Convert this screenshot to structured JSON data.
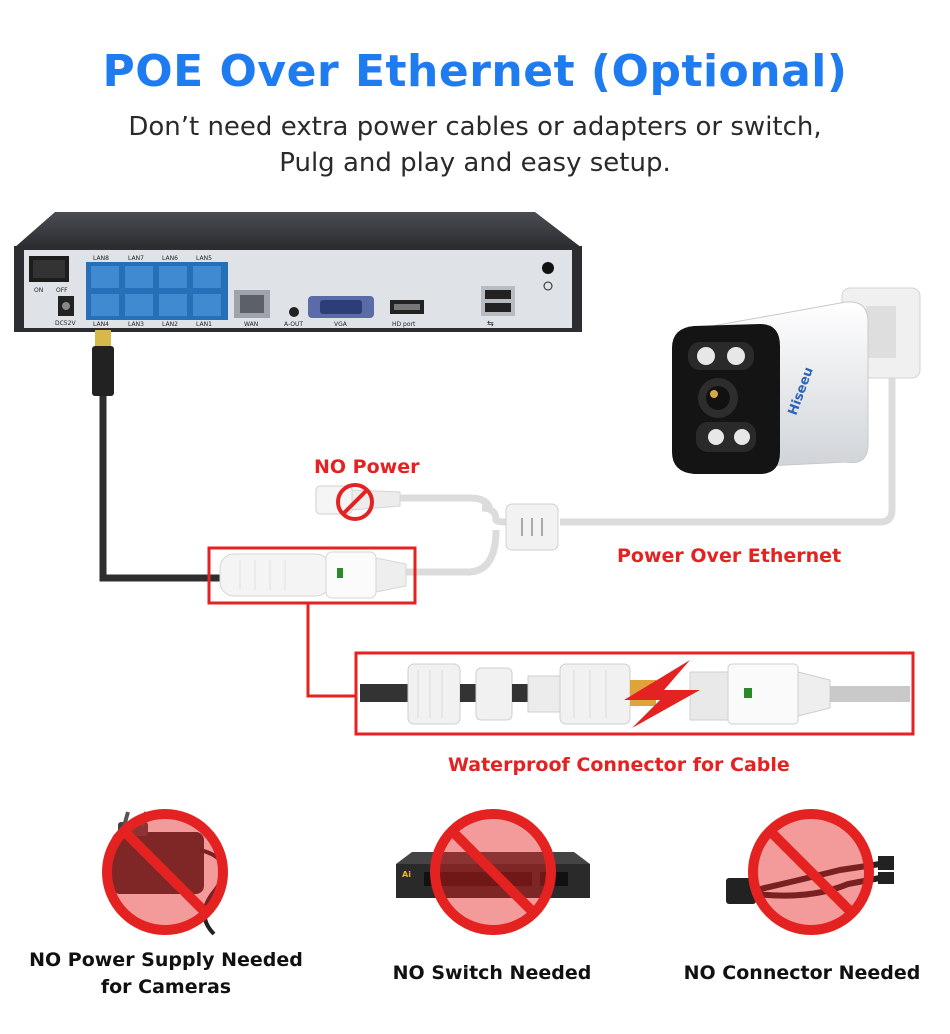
{
  "header": {
    "title": "POE Over Ethernet (Optional)",
    "subtitle_line1": "Don’t need extra power cables or adapters or switch,",
    "subtitle_line2": "Pulg and play and easy setup."
  },
  "nvr": {
    "switch_labels": [
      "ON",
      "OFF"
    ],
    "dc_label": "DC52V",
    "lan_top": [
      "LAN8",
      "LAN7",
      "LAN6",
      "LAN5"
    ],
    "lan_bottom": [
      "LAN4",
      "LAN3",
      "LAN2",
      "LAN1"
    ],
    "wan": "WAN",
    "audio": "A-OUT",
    "vga": "VGA",
    "hdmi": "HD port"
  },
  "camera": {
    "brand": "Hiseeu"
  },
  "labels": {
    "no_power": "NO Power",
    "poe": "Power Over Ethernet",
    "waterproof": "Waterproof Connector for Cable"
  },
  "bottom": {
    "item1_line1": "NO Power Supply Needed",
    "item1_line2": "for Cameras",
    "item2": "NO Switch Needed",
    "item3": "NO Connector Needed",
    "switch_brand": "Ai"
  },
  "colors": {
    "accent": "#1e7bf0",
    "warning": "#e52222"
  }
}
